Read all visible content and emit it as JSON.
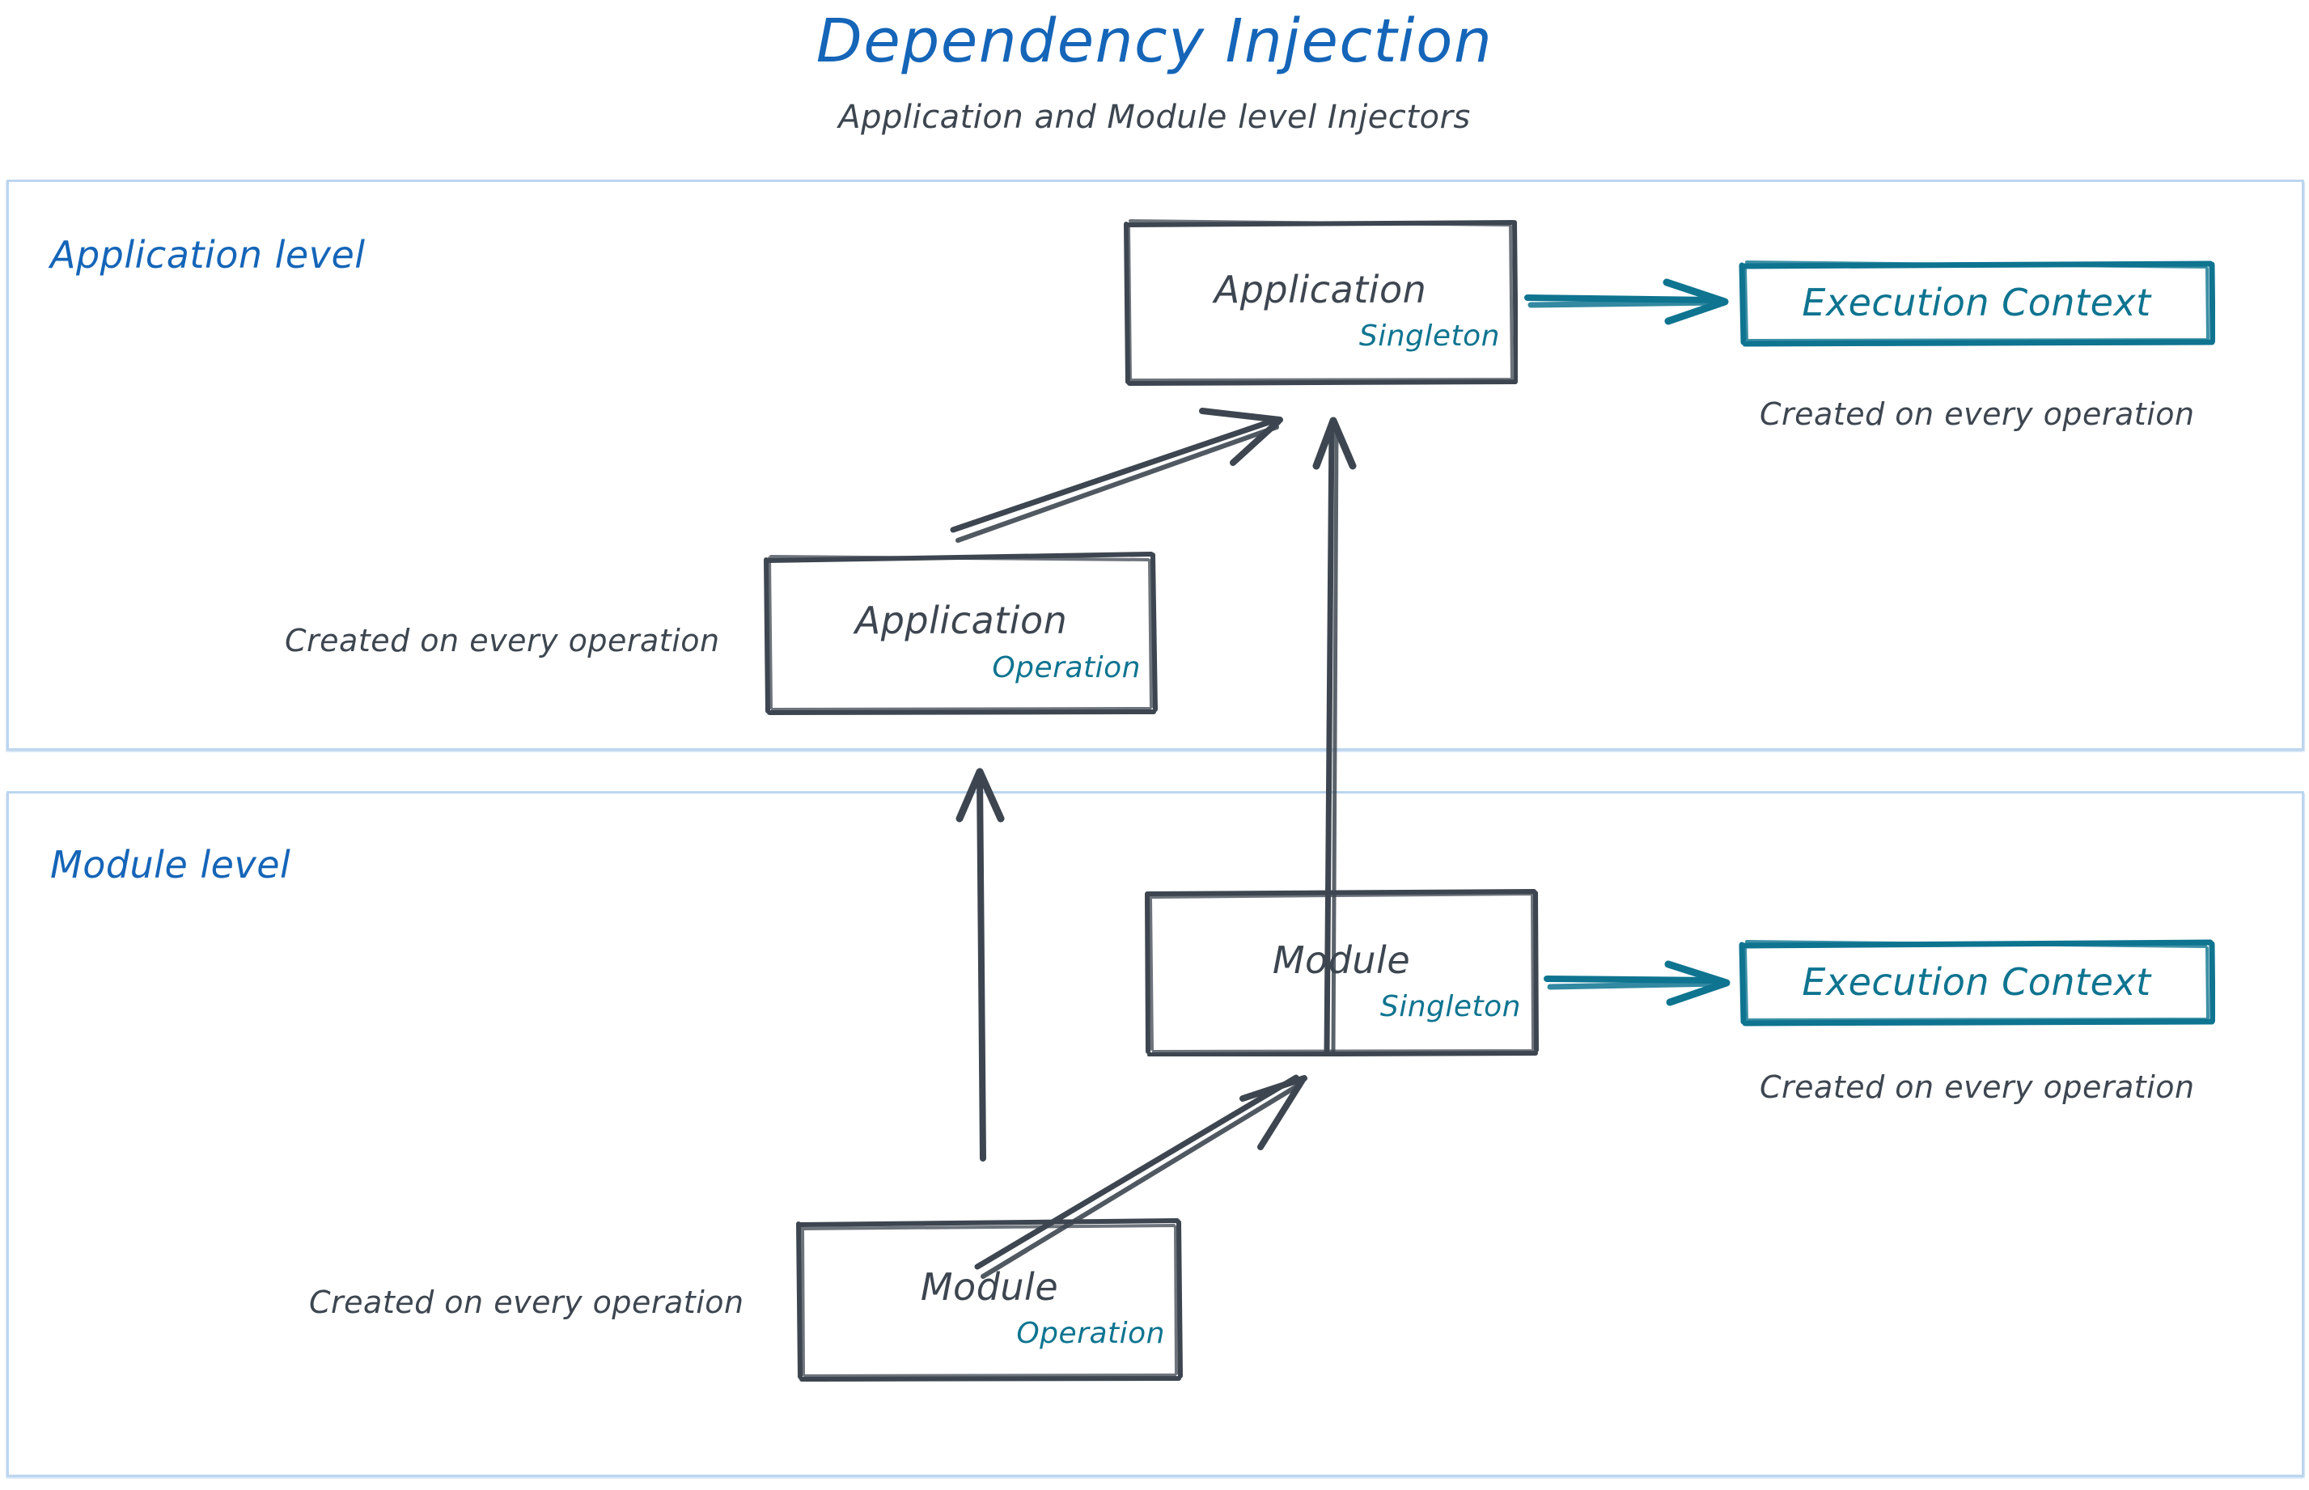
{
  "header": {
    "title": "Dependency Injection",
    "subtitle": "Application and Module level Injectors"
  },
  "colors": {
    "title_blue": "#1565b8",
    "panel_border": "#bcd6ef",
    "node_stroke": "#3d4650",
    "accent_teal": "#0e7490",
    "text_dark": "#3d4650",
    "background": "#ffffff"
  },
  "levels": [
    {
      "id": "application-level",
      "label": "Application level",
      "nodes": [
        {
          "id": "application-singleton",
          "title": "Application",
          "scope": "Singleton"
        },
        {
          "id": "application-operation",
          "title": "Application",
          "scope": "Operation"
        },
        {
          "id": "application-execution-context",
          "title": "Execution Context"
        }
      ],
      "captions": [
        "Created on every operation",
        "Created on every operation"
      ]
    },
    {
      "id": "module-level",
      "label": "Module level",
      "nodes": [
        {
          "id": "module-singleton",
          "title": "Module",
          "scope": "Singleton"
        },
        {
          "id": "module-operation",
          "title": "Module",
          "scope": "Operation"
        },
        {
          "id": "module-execution-context",
          "title": "Execution Context"
        }
      ],
      "captions": [
        "Created on every operation",
        "Created on every operation"
      ]
    }
  ],
  "edges": [
    {
      "id": "app-singleton-to-exec-context",
      "from": "application-singleton",
      "to": "application-execution-context",
      "color": "teal"
    },
    {
      "id": "app-operation-to-app-singleton",
      "from": "application-operation",
      "to": "application-singleton",
      "color": "dark"
    },
    {
      "id": "module-singleton-to-app-singleton",
      "from": "module-singleton",
      "to": "application-singleton",
      "color": "dark"
    },
    {
      "id": "module-singleton-to-exec-context",
      "from": "module-singleton",
      "to": "module-execution-context",
      "color": "teal"
    },
    {
      "id": "module-operation-to-module-singleton",
      "from": "module-operation",
      "to": "module-singleton",
      "color": "dark"
    },
    {
      "id": "module-operation-to-app-operation",
      "from": "module-operation",
      "to": "application-operation",
      "color": "dark"
    }
  ]
}
